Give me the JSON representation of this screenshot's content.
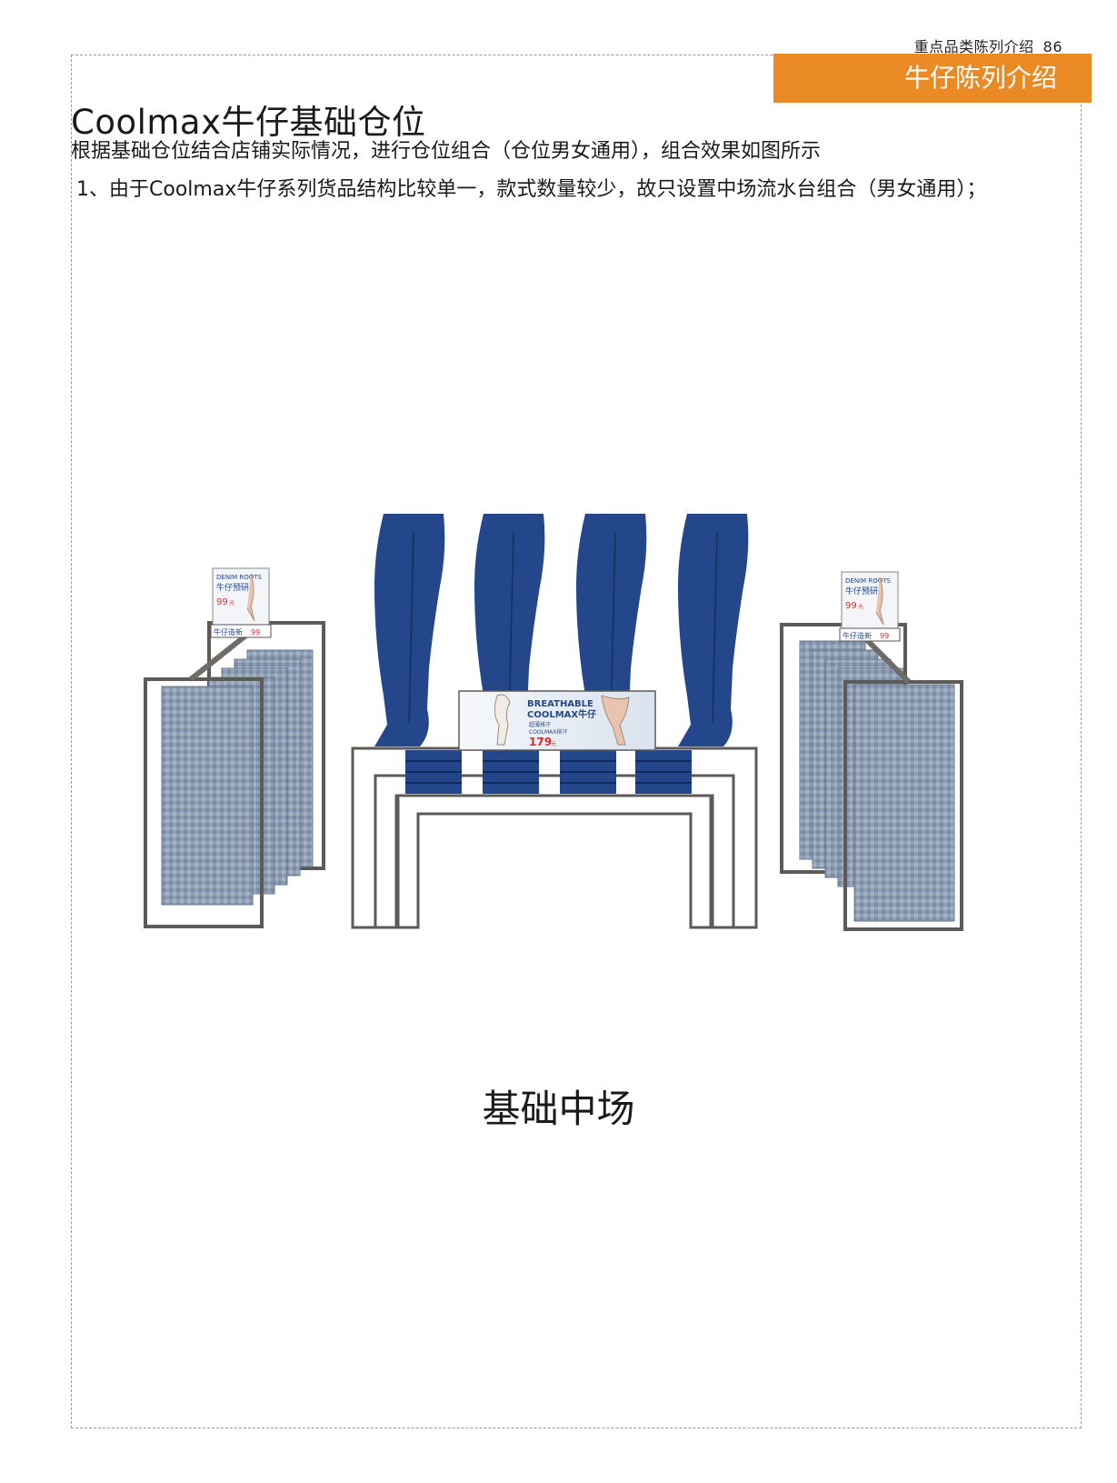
{
  "header": {
    "category": "重点品类陈列介绍",
    "page_number": "86",
    "section": "牛仔陈列介绍"
  },
  "title": "Coolmax牛仔基础仓位",
  "subtitle": "根据基础仓位结合店铺实际情况，进行仓位组合（仓位男女通用），组合效果如图所示",
  "note": "1、由于Coolmax牛仔系列货品结构比较单一，款式数量较少，故只设置中场流水台组合（男女通用）；",
  "illustration": {
    "banner": {
      "line1": "BREATHABLE",
      "line2": "COOLMAX牛仔",
      "line3": "超薄排汗",
      "line4": "COOLMAX排汗",
      "price": "179",
      "unit": "元"
    },
    "left_sign": {
      "brand": "DENIM ROOTS",
      "name": "牛仔预研",
      "price": "99",
      "unit": "元",
      "tag_label": "牛仔造新",
      "tag_price": "99"
    },
    "right_sign": {
      "brand": "DENIM ROOTS",
      "name": "牛仔预研",
      "price": "99",
      "unit": "元",
      "tag_label": "牛仔造新",
      "tag_price": "99"
    },
    "colors": {
      "denim_dark": "#23478a",
      "denim_light": "#8e9fb5",
      "frame": "#5e5a57",
      "accent": "#ea8a24"
    }
  },
  "caption": "基础中场"
}
